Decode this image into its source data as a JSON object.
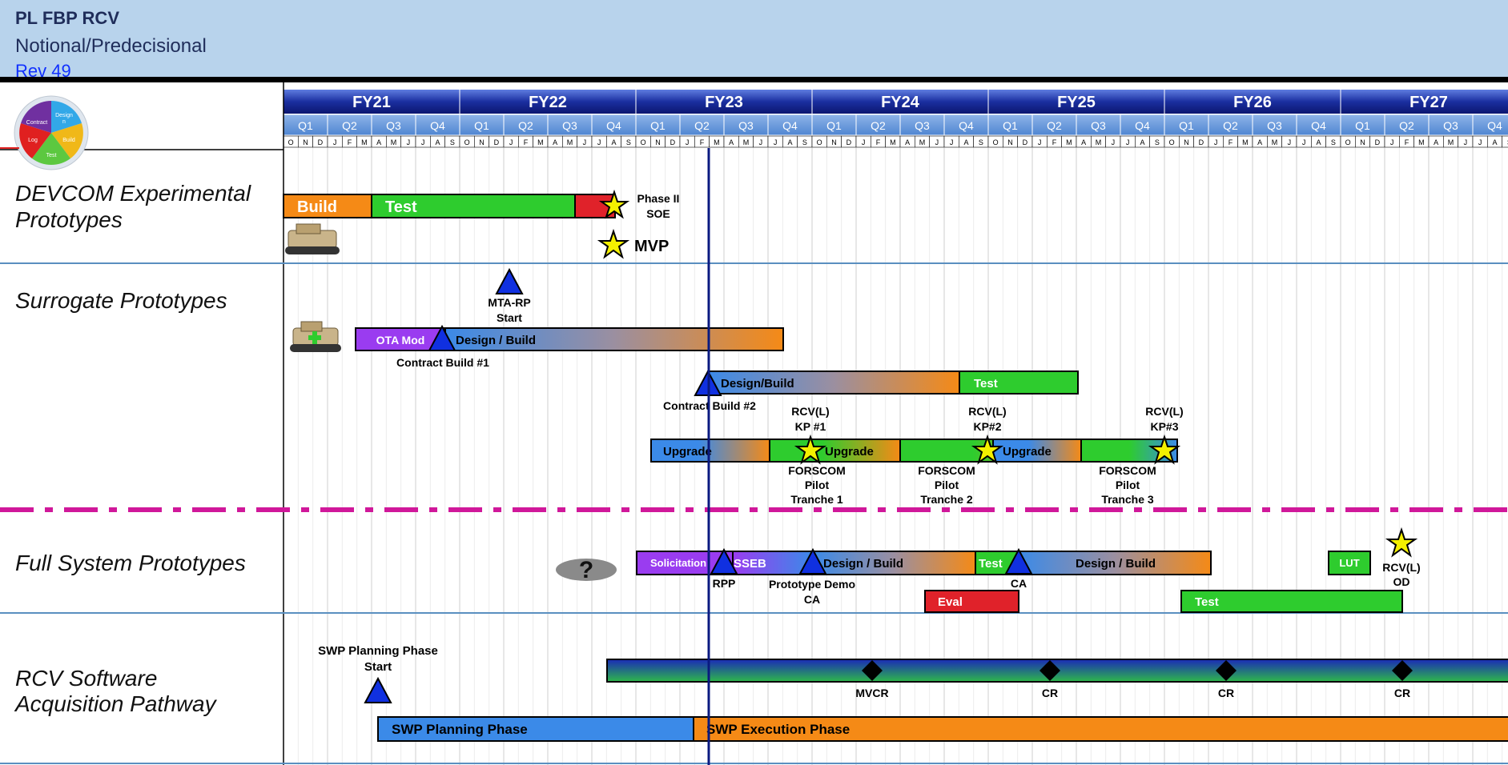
{
  "header": {
    "title": "PL FBP RCV",
    "subtitle": "Notional/Predecisional",
    "revision": "Rev 49"
  },
  "logo": {
    "segments": [
      "Contract",
      "Design",
      "Build",
      "Test",
      "Log"
    ],
    "second_line": "n"
  },
  "fiscal_years": [
    "FY21",
    "FY22",
    "FY23",
    "FY24",
    "FY25",
    "FY26",
    "FY27"
  ],
  "quarters": [
    "Q1",
    "Q2",
    "Q3",
    "Q4"
  ],
  "months": [
    "O",
    "N",
    "D",
    "J",
    "F",
    "M",
    "A",
    "M",
    "J",
    "J",
    "A",
    "S"
  ],
  "rows": {
    "devcom": {
      "label_line1": "DEVCOM Experimental",
      "label_line2": "Prototypes",
      "bar_build": "Build",
      "bar_test": "Test",
      "milestone_label_1": "Phase II",
      "milestone_label_2": "SOE",
      "mvp": "MVP",
      "vehicle_icon": "tank-icon"
    },
    "surrogate": {
      "label": "Surrogate Prototypes",
      "mta_line1": "MTA-RP",
      "mta_line2": "Start",
      "ota_mod": "OTA Mod",
      "design_build_1": "Design / Build",
      "contract_build_1": "Contract Build #1",
      "design_build_2": "Design/Build",
      "test_2": "Test",
      "contract_build_2": "Contract Build #2",
      "kp1_line1": "RCV(L)",
      "kp1_line2": "KP #1",
      "kp2_line1": "RCV(L)",
      "kp2_line2": "KP#2",
      "kp3_line1": "RCV(L)",
      "kp3_line2": "KP#3",
      "upgrade": "Upgrade",
      "forscom": "FORSCOM",
      "pilot": "Pilot",
      "tranche_1": "Tranche 1",
      "tranche_2": "Tranche 2",
      "tranche_3": "Tranche 3"
    },
    "full_system": {
      "label": "Full System Prototypes",
      "solicitation": "Solicitation",
      "sseb": "SSEB",
      "rpp": "RPP",
      "design_build_a": "Design / Build",
      "design_build_b": "Design / Build",
      "proto_demo_line1": "Prototype Demo",
      "proto_demo_line2": "CA",
      "test": "Test",
      "ca": "CA",
      "eval": "Eval",
      "test_2": "Test",
      "lut": "LUT",
      "od_line1": "RCV(L)",
      "od_line2": "OD",
      "question_mark": "?"
    },
    "software": {
      "label_line1": "RCV Software",
      "label_line2": "Acquisition Pathway",
      "planning_start_line1": "SWP Planning Phase",
      "planning_start_line2": "Start",
      "planning_phase": "SWP Planning Phase",
      "execution_phase": "SWP Execution Phase",
      "mvcr": "MVCR",
      "cr": "CR"
    }
  },
  "colors": {
    "header_bg": "#b8d3ec",
    "fy_band": "#1b2fa0",
    "quarter_band": "#6c9bd8",
    "build_orange": "#f58a16",
    "test_green": "#2ecc2e",
    "eval_red": "#e0222a",
    "purple": "#9a3cf0",
    "blue_start": "#3b8ae8",
    "triangle_blue": "#1030e0",
    "today_line": "#0a1a80",
    "star_yellow": "#f4f000",
    "diamond": "#000000",
    "magenta_dash": "#d0189a"
  }
}
